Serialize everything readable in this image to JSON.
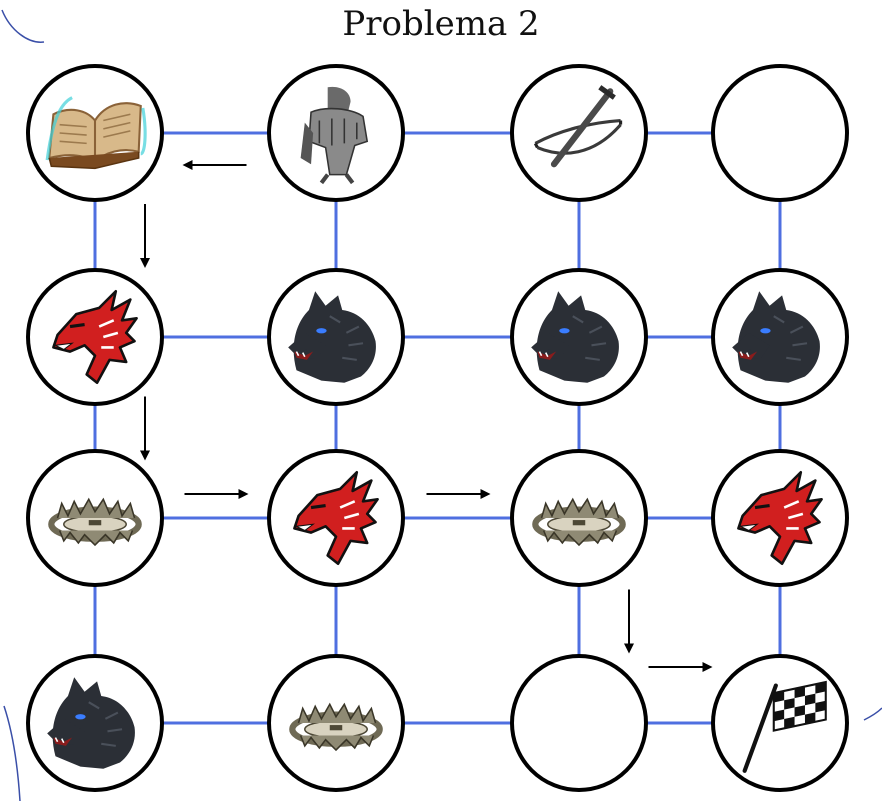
{
  "title": "Problema 2",
  "colors": {
    "edge": "#4f6fe0",
    "node_stroke": "#000000",
    "arrow": "#000000",
    "scribble": "#3a4fa8",
    "dragon_red": "#d11f1f",
    "wolf_dark": "#2b2f36",
    "wolf_eye": "#3a7dff",
    "trap_metal": "#6f6a55"
  },
  "grid": {
    "rows": 4,
    "cols": 4,
    "nodes": [
      [
        "book-icon",
        "armored-knight-icon",
        "crossbow-icon",
        "empty"
      ],
      [
        "dragon-icon",
        "wolf-icon",
        "wolf-icon",
        "wolf-icon"
      ],
      [
        "bear-trap-icon",
        "dragon-icon",
        "bear-trap-icon",
        "dragon-icon"
      ],
      [
        "wolf-icon",
        "bear-trap-icon",
        "empty",
        "checkered-flag-icon"
      ]
    ]
  },
  "path_arrows": [
    {
      "from": [
        0,
        1
      ],
      "to": [
        0,
        0
      ],
      "direction": "left"
    },
    {
      "from": [
        0,
        0
      ],
      "to": [
        1,
        0
      ],
      "direction": "down"
    },
    {
      "from": [
        1,
        0
      ],
      "to": [
        2,
        0
      ],
      "direction": "down"
    },
    {
      "from": [
        2,
        0
      ],
      "to": [
        2,
        1
      ],
      "direction": "right"
    },
    {
      "from": [
        2,
        1
      ],
      "to": [
        2,
        2
      ],
      "direction": "right"
    },
    {
      "from": [
        2,
        2
      ],
      "to": [
        3,
        2
      ],
      "direction": "down"
    },
    {
      "from": [
        3,
        2
      ],
      "to": [
        3,
        3
      ],
      "direction": "right"
    }
  ]
}
